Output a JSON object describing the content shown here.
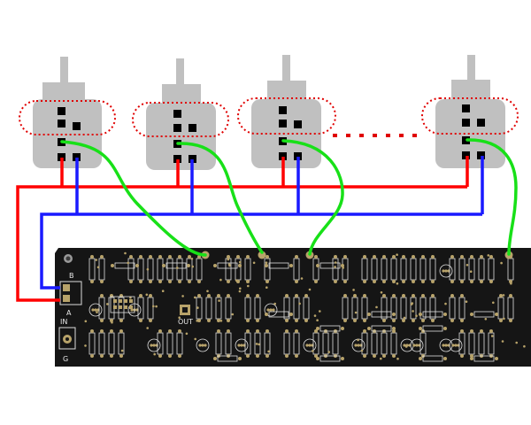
{
  "colors": {
    "supply_positive": "#ff0000",
    "supply_negative": "#1a1aff",
    "signal": "#18e018",
    "connector_body": "#c0c0c0",
    "connector_pin": "#000000",
    "highlight_outline": "#e00000",
    "pcb": "#151515",
    "pad_gold": "#b8a36a"
  },
  "connectors": [
    {
      "id": "connector-1"
    },
    {
      "id": "connector-2"
    },
    {
      "id": "connector-3"
    },
    {
      "id": "connector-4"
    }
  ],
  "continuation": "dotted-ellipsis",
  "pcb": {
    "labels": {
      "input_b": "B",
      "input_a": "A",
      "in": "IN",
      "ground": "G",
      "output": "OUT"
    }
  }
}
